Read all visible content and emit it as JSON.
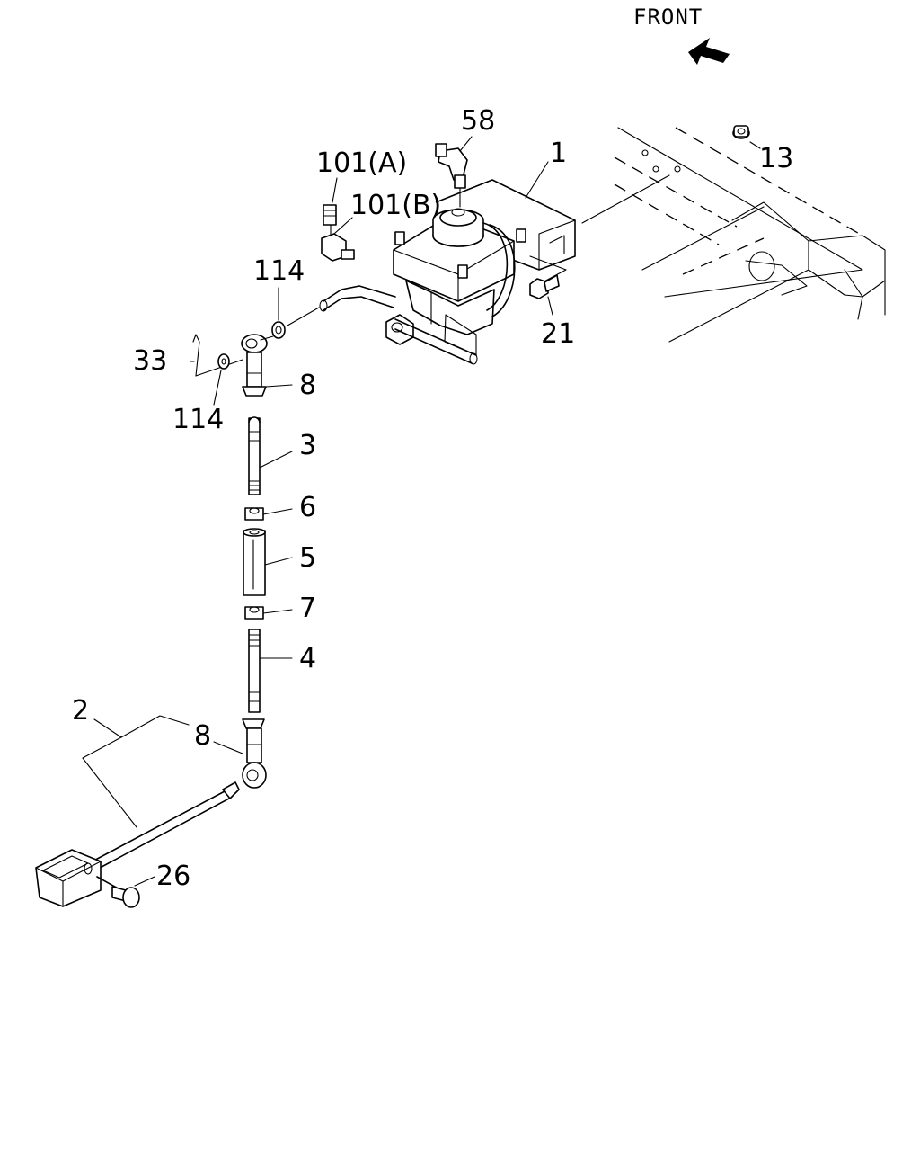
{
  "front_label": "FRONT",
  "callouts": {
    "c1": "1",
    "c2": "2",
    "c3": "3",
    "c4": "4",
    "c5": "5",
    "c6": "6",
    "c7": "7",
    "c8_upper": "8",
    "c8_lower": "8",
    "c13": "13",
    "c21": "21",
    "c26": "26",
    "c33": "33",
    "c58": "58",
    "c101a": "101(A)",
    "c101b": "101(B)",
    "c114_upper": "114",
    "c114_lower": "114"
  }
}
